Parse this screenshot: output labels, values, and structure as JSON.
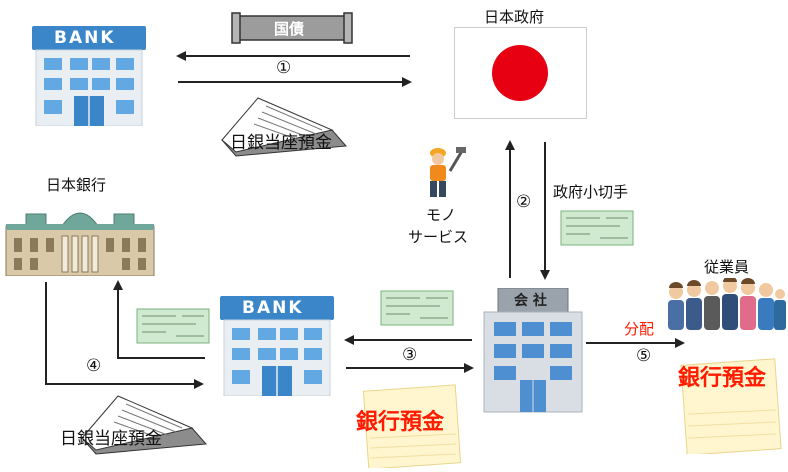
{
  "labels": {
    "jgb": "国債",
    "japan_government": "日本政府",
    "step1": "①",
    "step2": "②",
    "step3": "③",
    "step4": "④",
    "step5": "⑤",
    "boj_current_account_top": "日銀当座預金",
    "boj_current_account_bottom": "日銀当座預金",
    "bank_of_japan": "日本銀行",
    "goods": "モノ",
    "services": "サービス",
    "government_check": "政府小切手",
    "employees": "従業員",
    "distribution": "分配",
    "bank_deposit_center": "銀行預金",
    "bank_deposit_right": "銀行預金",
    "bank_sign": "BANK",
    "company_sign": "会 社"
  },
  "colors": {
    "arrow": "#222222",
    "red_text": "#ff1a00",
    "bank_blue": "#3a86c8",
    "flag_red": "#e60012"
  }
}
